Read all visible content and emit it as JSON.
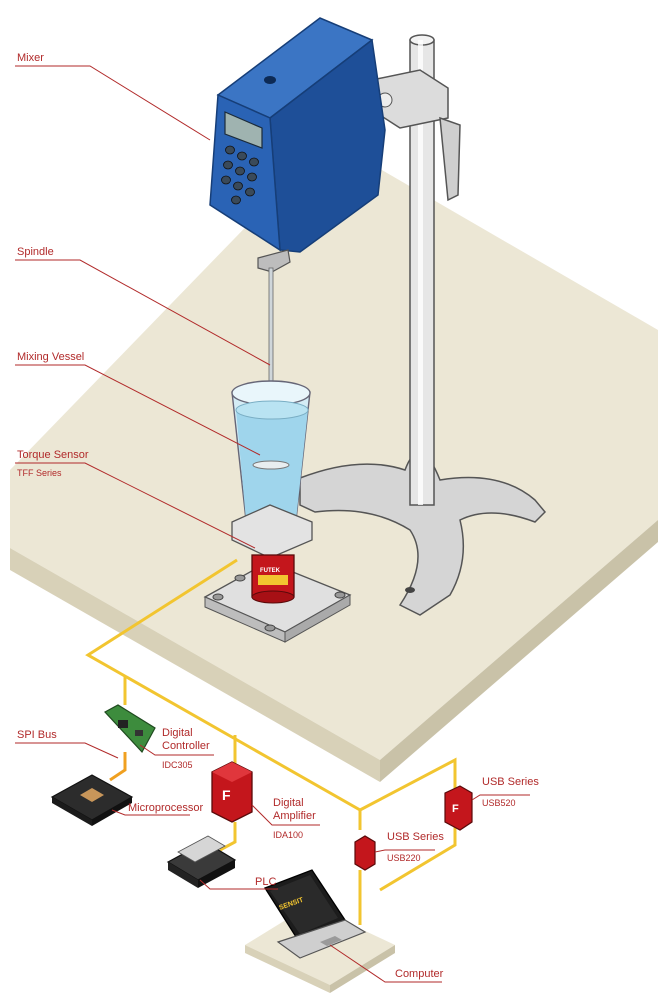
{
  "labels": {
    "mixer": "Mixer",
    "spindle": "Spindle",
    "mixing_vessel": "Mixing Vessel",
    "torque_sensor": "Torque Sensor",
    "torque_sensor_series": "TFF Series",
    "spi_bus": "SPI Bus",
    "digital_controller_1": "Digital",
    "digital_controller_2": "Controller",
    "digital_controller_model": "IDC305",
    "microprocessor": "Microprocessor",
    "digital_amplifier_1": "Digital",
    "digital_amplifier_2": "Amplifier",
    "digital_amplifier_model": "IDA100",
    "plc": "PLC",
    "usb_series_a": "USB Series",
    "usb_series_a_model": "USB220",
    "usb_series_b": "USB Series",
    "usb_series_b_model": "USB520",
    "computer": "Computer"
  },
  "brand": {
    "sensor_mark": "FUTEK",
    "laptop_mark": "SENSIT"
  },
  "colors": {
    "label_red": "#b12a2a",
    "wire_yellow": "#f2c530",
    "mixer_blue": "#1f57a6",
    "table_top": "#ece7d5",
    "table_edge": "#d8d1b8",
    "sensor_red": "#c4161c"
  }
}
